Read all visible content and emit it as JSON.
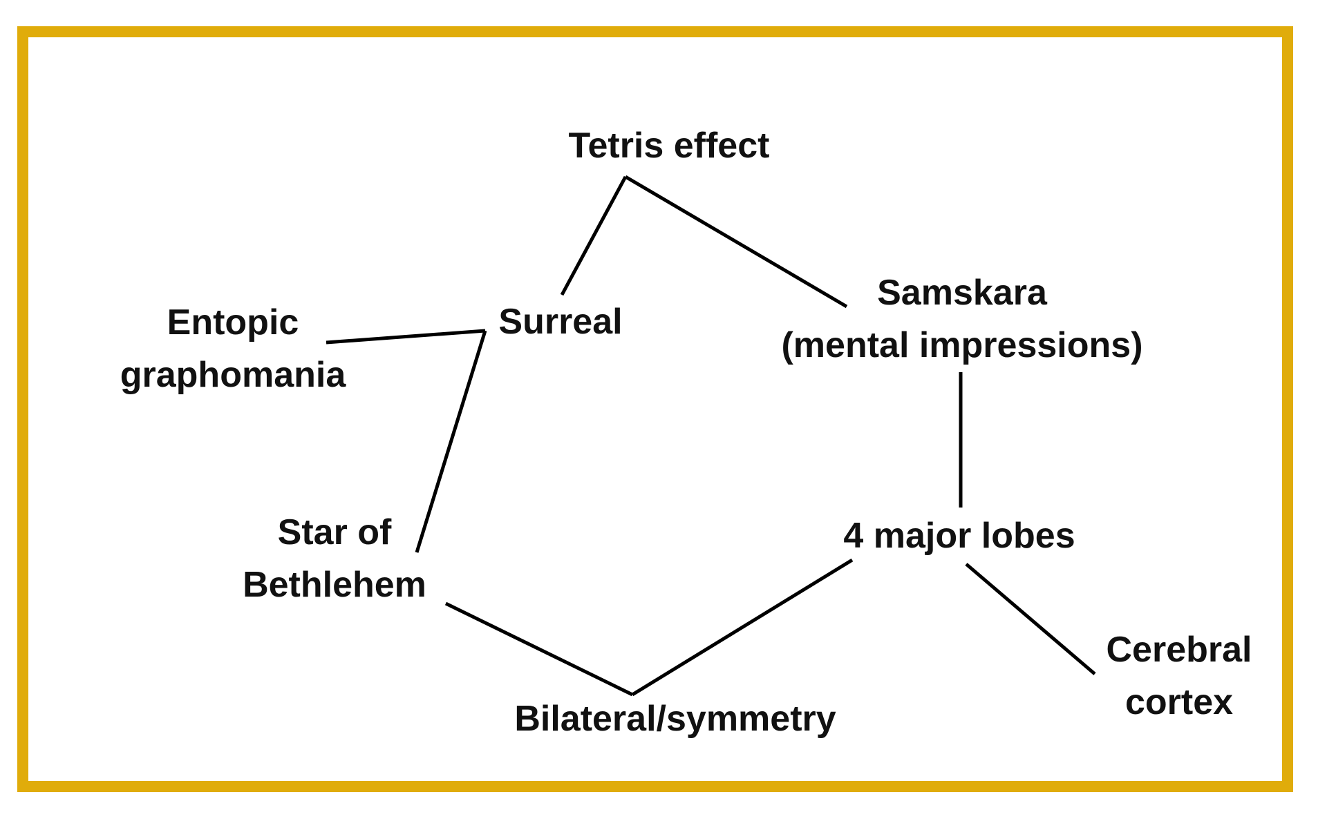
{
  "diagram": {
    "border_color": "#e0ac0b",
    "line_color": "#000000",
    "text_color": "#111111",
    "nodes": {
      "tetris": {
        "line1": "Tetris effect"
      },
      "surreal": {
        "line1": "Surreal"
      },
      "samskara": {
        "line1": "Samskara",
        "line2": "(mental impressions)"
      },
      "entopic": {
        "line1": "Entopic",
        "line2": "graphomania"
      },
      "star": {
        "line1": "Star of",
        "line2": "Bethlehem"
      },
      "lobes": {
        "line1": "4 major lobes"
      },
      "cortex": {
        "line1": "Cerebral",
        "line2": "cortex"
      },
      "bilateral": {
        "line1": "Bilateral/symmetry"
      }
    },
    "edges": [
      {
        "from": "tetris",
        "to": "surreal"
      },
      {
        "from": "tetris",
        "to": "samskara"
      },
      {
        "from": "surreal",
        "to": "entopic"
      },
      {
        "from": "surreal",
        "to": "star"
      },
      {
        "from": "samskara",
        "to": "lobes"
      },
      {
        "from": "lobes",
        "to": "bilateral"
      },
      {
        "from": "lobes",
        "to": "cortex"
      },
      {
        "from": "star",
        "to": "bilateral"
      }
    ]
  }
}
